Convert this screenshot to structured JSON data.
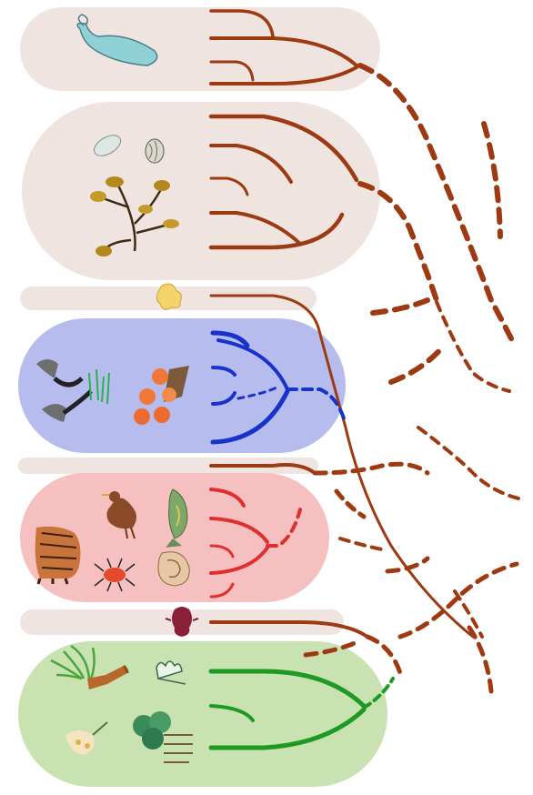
{
  "figure": {
    "colors": {
      "background": "#ffffff",
      "group_fill_beige": "#efe4df",
      "group_fill_blue": "#b6bdee",
      "group_fill_pink": "#f6bfc0",
      "group_fill_green": "#c8e2b2",
      "branch_brown": "#9e3a12",
      "branch_blue": "#1733c9",
      "branch_red": "#e02f2f",
      "branch_green": "#1e9a23"
    },
    "groups": [
      {
        "id": "group-1",
        "icons": [
          "protist-slug-icon"
        ],
        "branch_color": "branch_brown"
      },
      {
        "id": "group-2",
        "icons": [
          "diatom-icon",
          "shell-icon",
          "brown-seaweed-icon"
        ],
        "branch_color": "branch_brown"
      },
      {
        "id": "group-3",
        "icons": [
          "yellow-slime-icon"
        ],
        "branch_color": "branch_brown"
      },
      {
        "id": "group-4",
        "icons": [
          "mushroom-icon",
          "orange-fungus-icon"
        ],
        "branch_color": "branch_blue"
      },
      {
        "id": "group-5",
        "icons": [],
        "branch_color": "branch_brown"
      },
      {
        "id": "group-6",
        "icons": [
          "bird-icon",
          "fish-icon",
          "tiger-icon",
          "tick-icon",
          "nautilus-icon"
        ],
        "branch_color": "branch_red"
      },
      {
        "id": "group-7",
        "icons": [
          "red-alga-icon"
        ],
        "branch_color": "branch_brown"
      },
      {
        "id": "group-8",
        "icons": [
          "palm-tree-icon",
          "moss-icon",
          "flower-icon",
          "shrub-icon"
        ],
        "branch_color": "branch_green"
      }
    ]
  }
}
